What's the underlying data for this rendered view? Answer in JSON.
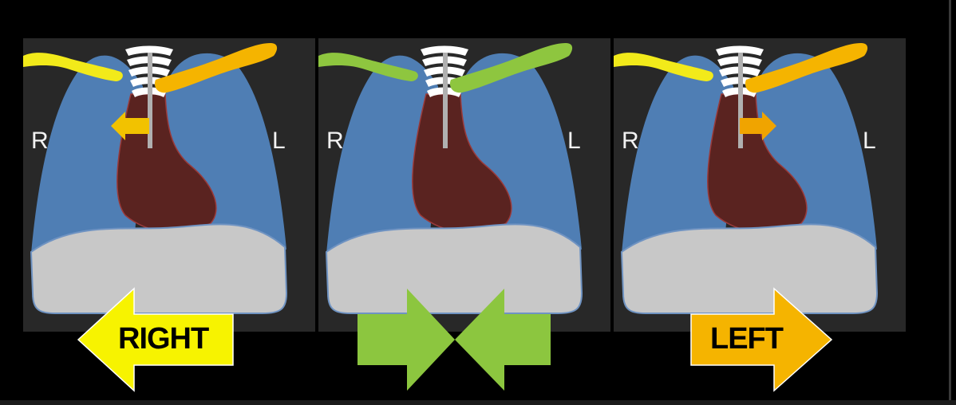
{
  "panels": [
    {
      "id": "rotated-right",
      "left_label": "R",
      "right_label": "L",
      "clavicle_right_color": "#f2ea1a",
      "clavicle_left_color": "#f5b400",
      "trachea_arrow": "left",
      "trachea_arrow_color": "#f2c200"
    },
    {
      "id": "neutral",
      "left_label": "R",
      "right_label": "L",
      "clavicle_right_color": "#8ec63f",
      "clavicle_left_color": "#8ec63f",
      "trachea_arrow": "none"
    },
    {
      "id": "rotated-left",
      "left_label": "R",
      "right_label": "L",
      "clavicle_right_color": "#f2ea1a",
      "clavicle_left_color": "#f5b400",
      "trachea_arrow": "right",
      "trachea_arrow_color": "#f0a400"
    }
  ],
  "arrows": {
    "right": {
      "label": "RIGHT",
      "color": "#f7f300",
      "direction": "left"
    },
    "center": {
      "color": "#8cc63f",
      "direction": "converging"
    },
    "left": {
      "label": "LEFT",
      "color": "#f5b400",
      "direction": "right"
    }
  },
  "colors": {
    "background": "#000000",
    "panel": "#282828",
    "lung": "#4f7eb4",
    "heart": "#5a2320",
    "diaphragm": "#c8c8c8",
    "spine": "#ffffff",
    "trachea": "#b0b0b0"
  }
}
